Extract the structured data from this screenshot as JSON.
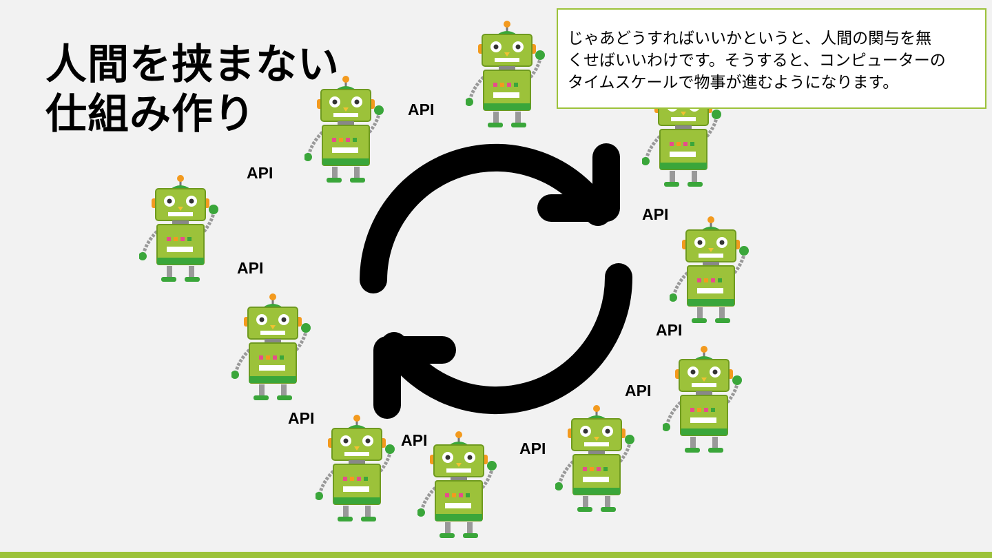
{
  "slide": {
    "title_lines": [
      "人間を挟まない",
      "仕組み作り"
    ],
    "note_lines": [
      "じゃあどうすればいいかというと、人間の関与を無",
      "くせばいいわけです。そうすると、コンピューターの",
      "タイムスケールで物事が進むようになります。"
    ],
    "api_label": "API",
    "accent_color": "#9cc23a"
  },
  "icons": {
    "robot": "robot-icon",
    "cycle": "refresh-cycle-icon"
  }
}
